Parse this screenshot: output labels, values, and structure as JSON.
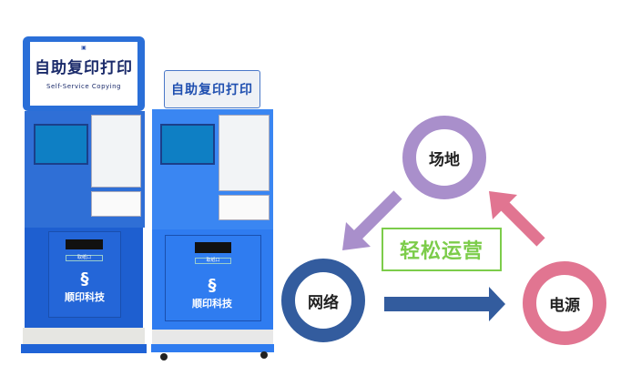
{
  "kiosk_left": {
    "sign_title": "自助复印打印",
    "sign_subtitle": "Self-Service Copying",
    "tray_label": "取纸口",
    "brand": "顺印科技"
  },
  "kiosk_right": {
    "sign_title": "自助复印打印",
    "tray_label": "取纸口",
    "brand": "顺印科技"
  },
  "diagram": {
    "center_label": "轻松运营",
    "nodes": [
      {
        "label": "场地",
        "color": "#a98fcb"
      },
      {
        "label": "网络",
        "color": "#335c9e"
      },
      {
        "label": "电源",
        "color": "#e17591"
      }
    ],
    "label_color": "#7ccc4a"
  }
}
